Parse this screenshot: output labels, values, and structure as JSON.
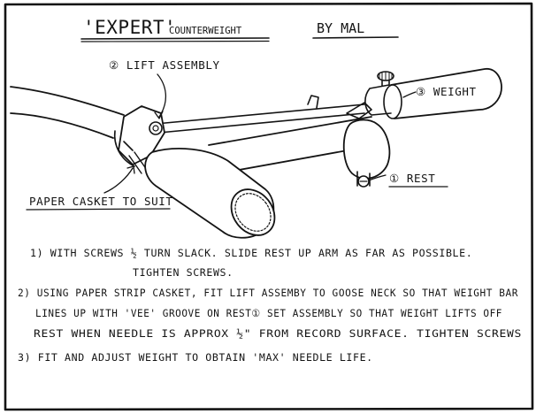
{
  "header": {
    "title_main": "'EXPERT'",
    "title_sub": "COUNTERWEIGHT",
    "author": "BY    MAL"
  },
  "labels": {
    "lift_assembly": "② LIFT ASSEMBLY",
    "weight": "③ WEIGHT",
    "rest": "① REST",
    "paper_casket": "PAPER CASKET TO SUIT"
  },
  "instructions": {
    "step1_line1": "1)  WITH SCREWS ½ TURN SLACK. SLIDE REST UP ARM AS FAR AS POSSIBLE.",
    "step1_line2": "TIGHTEN   SCREWS.",
    "step2_line1": "2) USING PAPER STRIP CASKET, FIT LIFT ASSEMBY TO GOOSE NECK SO THAT WEIGHT BAR",
    "step2_line2": "LINES UP WITH 'VEE' GROOVE ON REST①  SET ASSEMBLY SO THAT WEIGHT LIFTS OFF",
    "step2_line3": "REST WHEN NEEDLE IS APPROX ½\" FROM RECORD SURFACE. TIGHTEN SCREWS",
    "step3_line1": "3) FIT AND ADJUST WEIGHT TO OBTAIN 'MAX' NEEDLE LIFE."
  }
}
